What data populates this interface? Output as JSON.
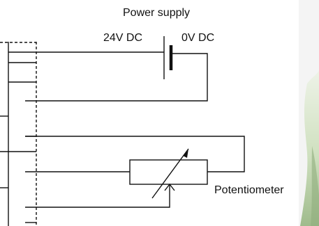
{
  "labels": {
    "power_supply": "Power supply",
    "positive": "24V DC",
    "negative": "0V DC",
    "potentiometer": "Potentiometer"
  },
  "colors": {
    "line": "#111111",
    "background": "#ffffff",
    "leaf_light": "#e3ecd9",
    "leaf_mid": "#b9cfa4",
    "leaf_dark": "#7e9c6e"
  }
}
